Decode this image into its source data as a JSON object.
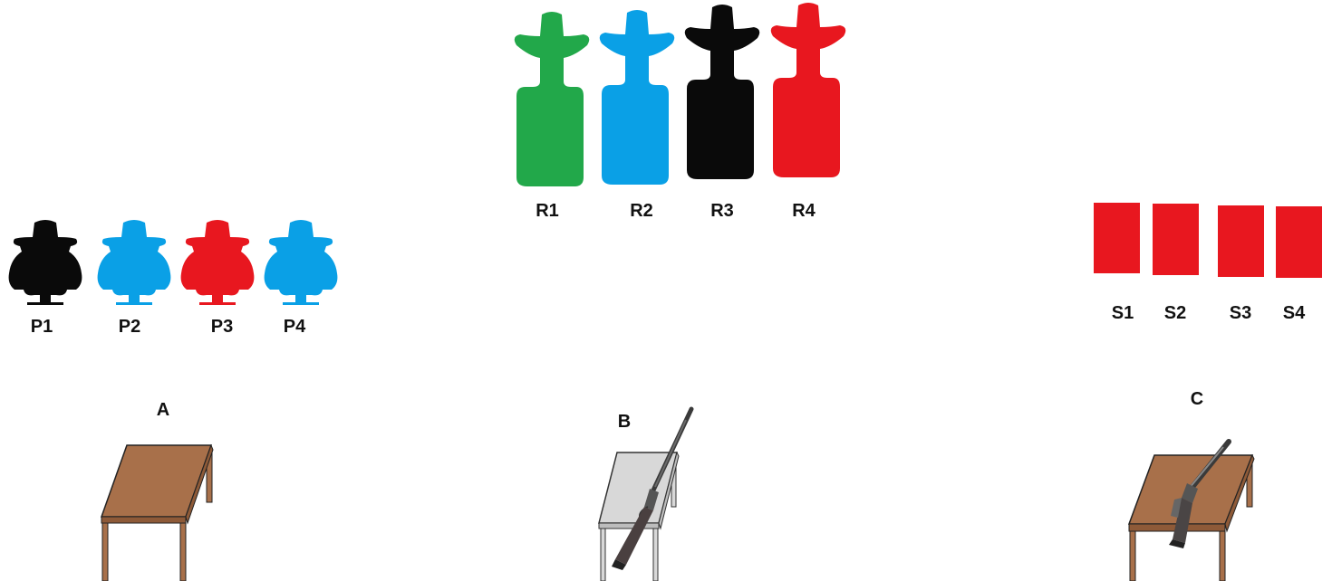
{
  "colors": {
    "green": "#22a84a",
    "blue": "#0aa0e6",
    "black": "#0a0a0a",
    "red": "#e8171f",
    "wood": "#a8704a",
    "grey_table": "#d8d8d8"
  },
  "rifle_targets": [
    {
      "label": "R1",
      "color": "green"
    },
    {
      "label": "R2",
      "color": "blue"
    },
    {
      "label": "R3",
      "color": "black"
    },
    {
      "label": "R4",
      "color": "red"
    }
  ],
  "pistol_targets": [
    {
      "label": "P1",
      "color": "black"
    },
    {
      "label": "P2",
      "color": "blue"
    },
    {
      "label": "P3",
      "color": "red"
    },
    {
      "label": "P4",
      "color": "blue"
    }
  ],
  "shotgun_targets": [
    {
      "label": "S1",
      "color": "red"
    },
    {
      "label": "S2",
      "color": "red"
    },
    {
      "label": "S3",
      "color": "red"
    },
    {
      "label": "S4",
      "color": "red"
    }
  ],
  "stations": [
    {
      "label": "A",
      "table": "wood",
      "gun": "none"
    },
    {
      "label": "B",
      "table": "grey",
      "gun": "rifle"
    },
    {
      "label": "C",
      "table": "wood",
      "gun": "shotgun"
    }
  ]
}
